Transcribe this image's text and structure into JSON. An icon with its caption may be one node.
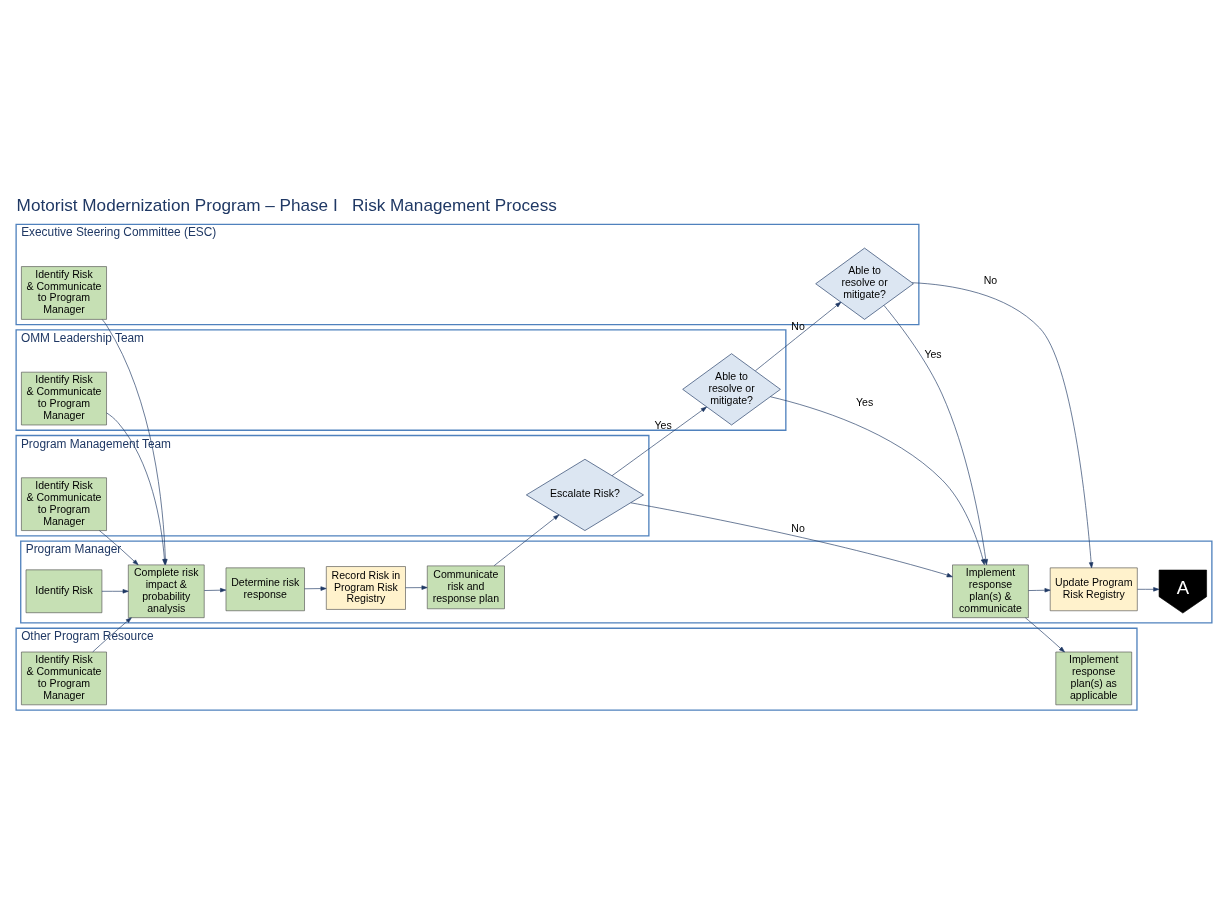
{
  "diagram": {
    "title": "Motorist Modernization Program – Phase I   Risk Management Process",
    "nodes": [
      {
        "text": [
          "Executive Steering Committee (ESC)"
        ]
      },
      {
        "text": [
          "OMM Leadership Team"
        ]
      },
      {
        "text": [
          "Program Management Team"
        ]
      },
      {
        "text": [
          "Program Manager"
        ]
      },
      {
        "text": [
          "Other Program Resource"
        ]
      },
      {
        "text": [
          "Identify Risk & Communicate to Program Manager"
        ],
        "in": 0
      },
      {
        "text": [
          "Able to resolve or mitigate?"
        ],
        "in": 0
      },
      {
        "text": [
          "Identify Risk & Communicate to Program Manager"
        ],
        "in": 1
      },
      {
        "text": [
          "Able to resolve or mitigate?"
        ],
        "in": 1
      },
      {
        "text": [
          "Identify Risk & Communicate to Program Manager"
        ],
        "in": 2
      },
      {
        "text": [
          "Escalate Risk?"
        ],
        "in": 2
      },
      {
        "text": [
          "Identify Risk"
        ],
        "in": 3
      },
      {
        "text": [
          "Complete risk impact & probability analysis"
        ],
        "in": 3
      },
      {
        "text": [
          "Determine risk response"
        ],
        "in": 3
      },
      {
        "text": [
          "Record Risk in Program Risk Registry"
        ],
        "in": 3
      },
      {
        "text": [
          "Communicate risk and response plan"
        ],
        "in": 3
      },
      {
        "text": [
          "Implement response plan(s) & communicate"
        ],
        "in": 3
      },
      {
        "text": [
          "Update Program Risk Registry"
        ],
        "in": 3
      },
      {
        "text": [
          "A"
        ],
        "in": 3
      },
      {
        "text": [
          "Identify Risk & Communicate to Program Manager"
        ],
        "in": 4
      },
      {
        "text": [
          "Implement response plan(s) as applicable"
        ],
        "in": 4
      }
    ],
    "edges": [
      {
        "from": 5,
        "to": 12,
        "arrow": "to"
      },
      {
        "from": 7,
        "to": 12,
        "arrow": "to"
      },
      {
        "from": 9,
        "to": 12,
        "arrow": "to"
      },
      {
        "from": 19,
        "to": 12,
        "arrow": "to"
      },
      {
        "from": 11,
        "to": 12,
        "arrow": "to"
      },
      {
        "from": 12,
        "to": 13,
        "arrow": "to"
      },
      {
        "from": 13,
        "to": 14,
        "arrow": "to"
      },
      {
        "from": 14,
        "to": 15,
        "arrow": "to"
      },
      {
        "from": 15,
        "to": 10,
        "arrow": "to"
      },
      {
        "from": 10,
        "to": 8,
        "arrow": "to",
        "label": "Yes"
      },
      {
        "from": 10,
        "to": 16,
        "arrow": "to",
        "label": "No"
      },
      {
        "from": 8,
        "to": 6,
        "arrow": "to",
        "label": "No"
      },
      {
        "from": 8,
        "to": 16,
        "arrow": "to",
        "label": "Yes"
      },
      {
        "from": 6,
        "to": 16,
        "arrow": "to",
        "label": "Yes"
      },
      {
        "from": 6,
        "to": 17,
        "arrow": "to",
        "label": "No"
      },
      {
        "from": 16,
        "to": 17,
        "arrow": "to"
      },
      {
        "from": 17,
        "to": 18,
        "arrow": "to"
      },
      {
        "from": 16,
        "to": 20,
        "arrow": "to"
      }
    ]
  }
}
